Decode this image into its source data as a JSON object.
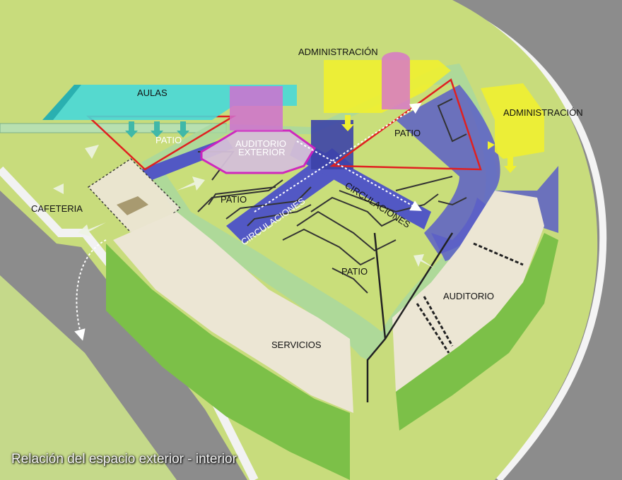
{
  "caption": "Relación del espacio exterior - interior",
  "labels": {
    "aulas": "AULAS",
    "patio_nw": "PATIO",
    "auditorio_exterior_1": "AUDITORIO",
    "auditorio_exterior_2": "EXTERIOR",
    "administracion_top": "ADMINISTRACIÓN",
    "administracion_right": "ADMINISTRACIÓN",
    "patio_ne": "PATIO",
    "cafeteria": "CAFETERIA",
    "patio_center": "PATIO",
    "circulaciones_1": "CIRCULACIONES",
    "circulaciones_2": "CIRCULACIONES",
    "patio_south": "PATIO",
    "auditorio": "AUDITORIO",
    "servicios": "SERVICIOS"
  },
  "colors": {
    "ground": "#c8dc7c",
    "road": "#8a8a8a",
    "circulation": "#5a5ec8",
    "aulas": "#48d8d8",
    "administration": "#f0f030",
    "auditorio_exterior": "#d070d0",
    "patio_outline": "#e02020",
    "building": "#ece6d4",
    "green_wall": "#7cc048"
  }
}
